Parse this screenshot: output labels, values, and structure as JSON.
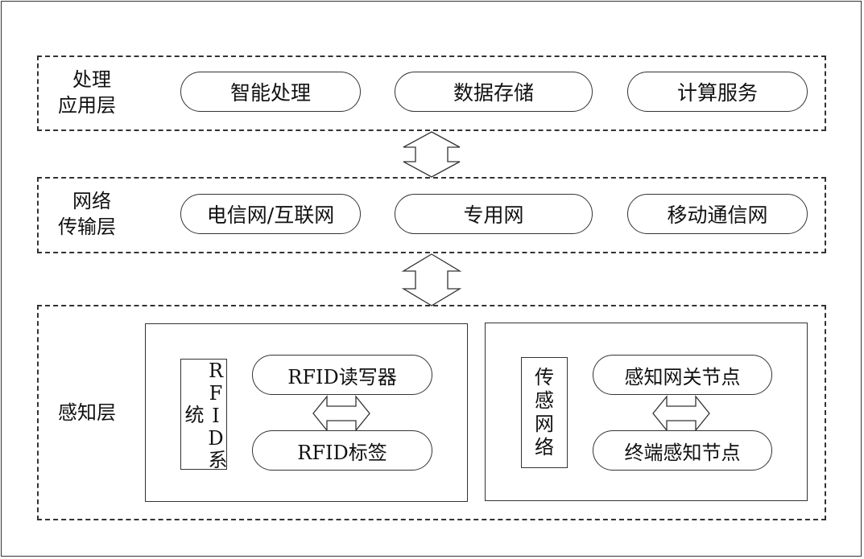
{
  "layers": {
    "application": {
      "label_line1": "处理",
      "label_line2": "应用层",
      "items": [
        "智能处理",
        "数据存储",
        "计算服务"
      ]
    },
    "network": {
      "label_line1": "网络",
      "label_line2": "传输层",
      "items": [
        "电信网/互联网",
        "专用网",
        "移动通信网"
      ]
    },
    "perception": {
      "label": "感知层",
      "rfid": {
        "title": "RFID系统",
        "reader": "RFID读写器",
        "tag": "RFID标签"
      },
      "sensor": {
        "title": "传感网络",
        "gateway": "感知网关节点",
        "terminal": "终端感知节点"
      }
    }
  }
}
